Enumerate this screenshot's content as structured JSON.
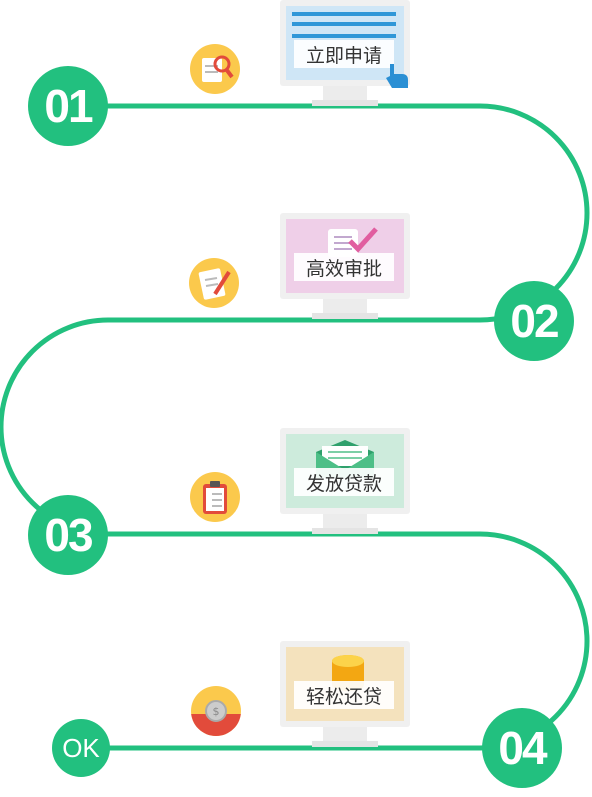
{
  "steps": [
    {
      "number": "01",
      "label": "立即申请",
      "screen_color": "#cfe6f6",
      "icon": "search-document-icon"
    },
    {
      "number": "02",
      "label": "高效审批",
      "screen_color": "#efcfe8",
      "icon": "edit-document-icon"
    },
    {
      "number": "03",
      "label": "发放贷款",
      "screen_color": "#cdebdc",
      "icon": "clipboard-checklist-icon"
    },
    {
      "number": "04",
      "label": "轻松还贷",
      "screen_color": "#f4e2bd",
      "icon": "coin-icon"
    }
  ],
  "end": {
    "label": "OK"
  },
  "colors": {
    "path": "#22c07f",
    "badge": "#fbc94c"
  }
}
